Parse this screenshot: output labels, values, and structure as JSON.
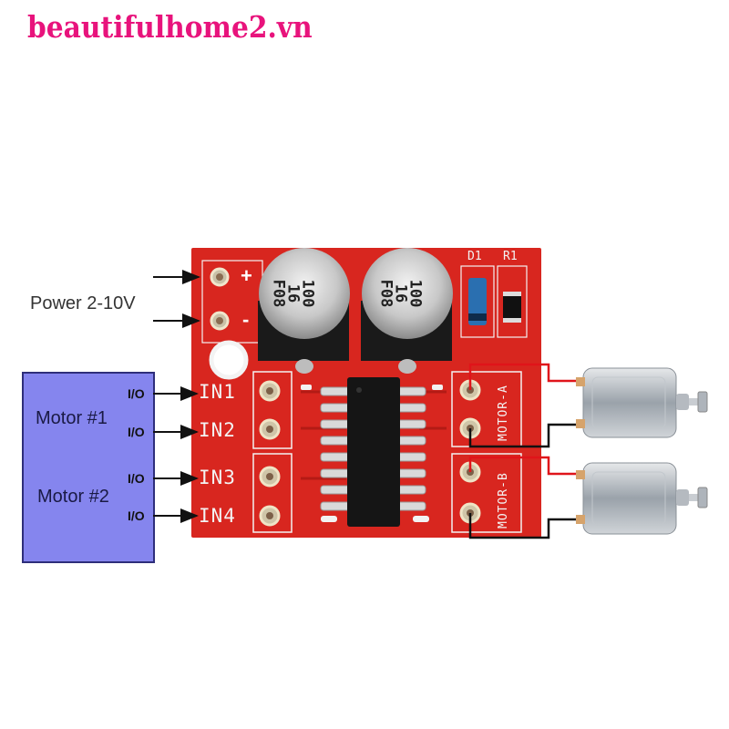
{
  "watermark": "beautifulhome2.vn",
  "power": {
    "label": "Power 2-10V",
    "plus": "+",
    "minus": "-"
  },
  "controller": {
    "motor1": "Motor #1",
    "motor2": "Motor #2",
    "io_labels": [
      "I/O",
      "I/O",
      "I/O",
      "I/O"
    ]
  },
  "board": {
    "inputs": [
      "IN1",
      "IN2",
      "IN3",
      "IN4"
    ],
    "motor_a": "MOTOR-A",
    "motor_b": "MOTOR-B",
    "d1": "D1",
    "r1": "R1",
    "cap1_text": "100\n16\nF08",
    "cap2_text": "100\n16\nF08"
  },
  "colors": {
    "board": "#d8261f",
    "controller": "#8585ee",
    "watermark": "#e8137c",
    "wire_red": "#e0141a",
    "wire_black": "#111111"
  }
}
